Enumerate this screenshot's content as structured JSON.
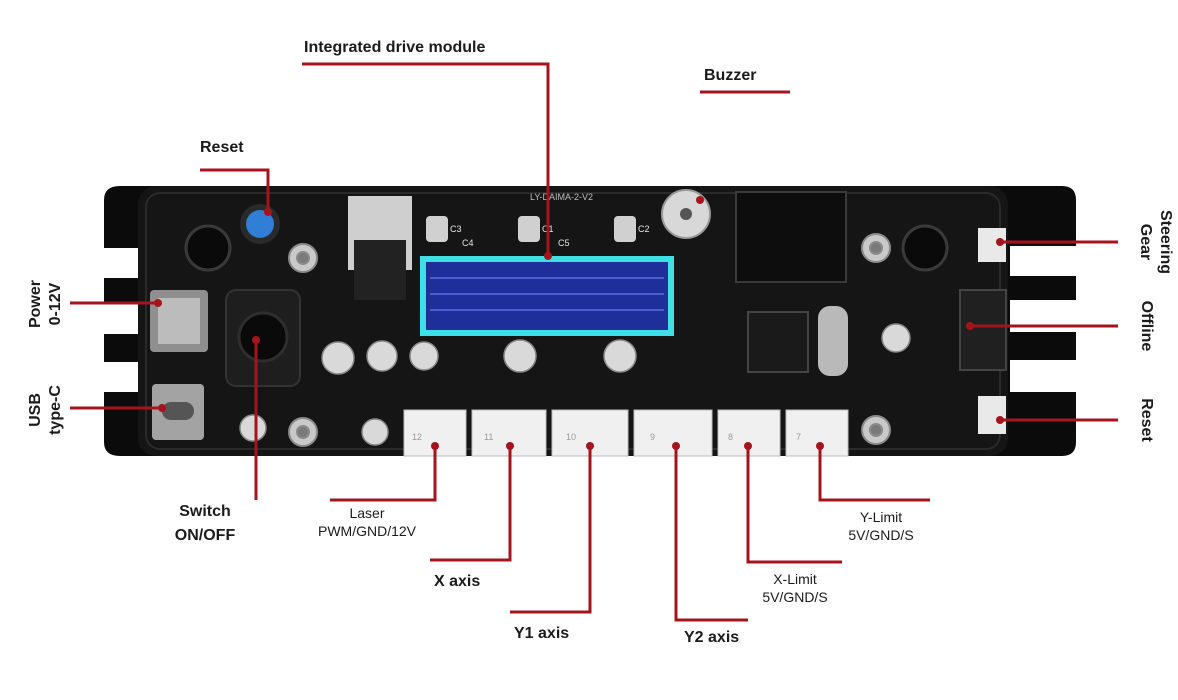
{
  "labels": {
    "integrated_drive_module": "Integrated drive module",
    "buzzer": "Buzzer",
    "reset_top": "Reset",
    "power_line1": "Power",
    "power_line2": "0-12V",
    "usb_line1": "USB",
    "usb_line2": "type-C",
    "switch_line1": "Switch",
    "switch_line2": "ON/OFF",
    "laser_line1": "Laser",
    "laser_line2": "PWM/GND/12V",
    "x_axis": "X axis",
    "y1_axis": "Y1 axis",
    "y2_axis": "Y2 axis",
    "x_limit_line1": "X-Limit",
    "x_limit_line2": "5V/GND/S",
    "y_limit_line1": "Y-Limit",
    "y_limit_line2": "5V/GND/S",
    "steering_line1": "Steering",
    "steering_line2": "Gear",
    "offline": "Offline",
    "reset_right": "Reset"
  },
  "board": {
    "silkscreen_top": "LY-DAIMA-2-V2",
    "cap_marks": [
      "C3",
      "C1",
      "C2",
      "C4",
      "C5"
    ],
    "connector_pins": [
      "12",
      "11",
      "10",
      "9",
      "8",
      "7"
    ]
  },
  "colors": {
    "leader_line": "#a5141c",
    "board": "#141414",
    "heatsink": "#0b0b0b",
    "display_glass": "#1f2f9a",
    "display_bezel": "#3ee0e6",
    "reset_button": "#2f7fd6"
  }
}
